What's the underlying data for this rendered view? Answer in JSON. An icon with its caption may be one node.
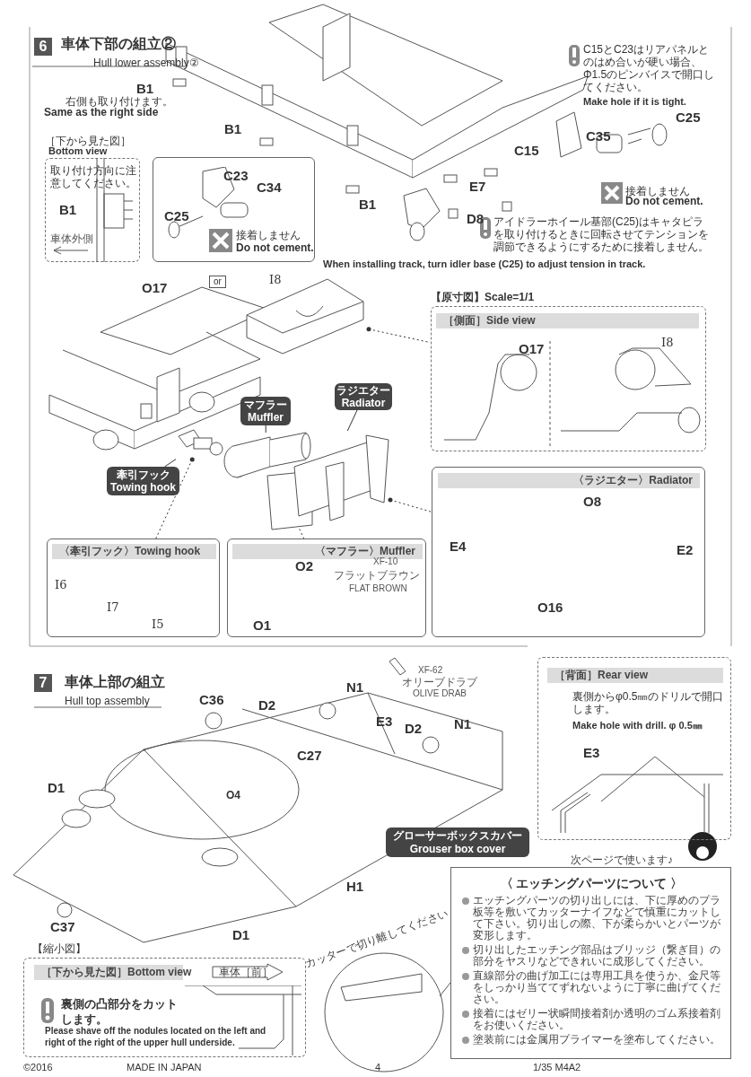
{
  "diagram": {
    "nodes": [
      {
        "text": [
          "［下から見た図］",
          "Bottom view",
          "取り付け方向に注意してください。",
          "B1",
          "車体外側"
        ]
      },
      {
        "text": [
          "C23",
          "C34",
          "C25",
          "接着しません",
          "Do not cement."
        ]
      },
      {
        "text": [],
        "shape": "picture"
      },
      {
        "text": [
          "【原寸図】Scale=1/1"
        ]
      },
      {
        "text": [
          "［側面］Side view"
        ],
        "in": 3
      },
      {
        "text": [],
        "shape": "picture"
      },
      {
        "text": [
          "〈ラジエター〉Radiator",
          "E4",
          "O8",
          "E2",
          "O16"
        ]
      },
      {
        "text": [
          "牽引フック",
          "Towing hook"
        ]
      },
      {
        "text": [
          "〈牽引フック〉Towing hook",
          "I6",
          "I7",
          "I5"
        ]
      },
      {
        "text": [
          "マフラー",
          "Muffler"
        ]
      },
      {
        "text": [
          "〈マフラー〉Muffler",
          "O2",
          "XF-10",
          "フラットブラウン",
          "FLAT BROWN",
          "O1"
        ]
      },
      {
        "text": [
          "ラジエター",
          "Radiator"
        ]
      },
      {
        "text": [],
        "shape": "picture"
      },
      {
        "text": [],
        "shape": "picture"
      },
      {
        "text": [
          "［背面］Rear view",
          "裏側からφ0.5㎜のドリルで開口します。",
          "Make hole with drill. φ 0.5㎜",
          "E3"
        ]
      },
      {
        "text": [
          "グローサーボックスカバー",
          "Grouser box cover"
        ]
      },
      {
        "text": [
          "〈 エッチングパーツについて 〉",
          "エッチングパーツの切り出しには、下に厚めのプラ板等を敷いてカッターナイフなどで慎重にカットして下さい。切り出しの際、下が柔らかいとパーツが変形します。",
          "切り出したエッチング部品はブリッジ（繋ぎ目）の部分をヤスリなどできれいに成形してください。",
          "直線部分の曲げ加工には専用工具を使うか、金尺等をしっかり当ててずれないように丁寧に曲げてください。",
          "接着にはゼリー状瞬間接着剤か透明のゴム系接着剤をお使いください。",
          "塗装前には金属用プライマーを塗布してください。"
        ]
      },
      {
        "text": [
          "【縮小図】",
          "［下から見た図］Bottom view",
          "車体［前］",
          "裏側の凸部分をカットします。",
          "Please shave off the nodules located on the left and right of the right of the upper hull underside."
        ]
      }
    ],
    "edges": [
      {
        "from": 2,
        "to": 3,
        "arrow": "other",
        "style": "dashed"
      },
      {
        "from": 5,
        "to": 6,
        "arrow": "other",
        "style": "dashed"
      },
      {
        "from": 12,
        "to": 10,
        "arrow": "other",
        "style": "dashed"
      },
      {
        "from": 13,
        "to": 8,
        "arrow": "other",
        "style": "dashed"
      },
      {
        "from": 11,
        "to": 5,
        "arrow": "none"
      },
      {
        "from": 9,
        "to": 12,
        "arrow": "none"
      },
      {
        "from": 7,
        "to": 13,
        "arrow": "none"
      }
    ],
    "labels": [
      "6",
      "車体下部の組立②",
      "Hull lower assembly②",
      "B1",
      "右側も取り付けます。",
      "Same as the right side",
      "B1",
      "C15とC23はリアパネルとのはめ合いが硬い場合、Φ1.5のピンバイスで開口してください。",
      "Make hole if it is tight.",
      "C25",
      "C35",
      "C15",
      "B1",
      "E7",
      "接着しません",
      "Do not cement.",
      "D8",
      "アイドラーホイール基部(C25)はキャタピラを取り付けるときに回転させてテンションを調節できるようにするために接着しません。",
      "When installing track, turn idler base (C25) to adjust tension in track.",
      "O17",
      "or",
      "I8",
      "O17",
      "I8",
      "7",
      "車体上部の組立",
      "Hull top assembly",
      "C36",
      "D2",
      "N1",
      "XF-62",
      "オリーブドラブ",
      "OLIVE DRAB",
      "E3",
      "D2",
      "N1",
      "C27",
      "D1",
      "O4",
      "H1",
      "次ページで使います♪",
      "C37",
      "D1",
      "カッターで切り離してください",
      "©2016",
      "MADE IN JAPAN",
      "4",
      "1/35 M4A2"
    ]
  }
}
